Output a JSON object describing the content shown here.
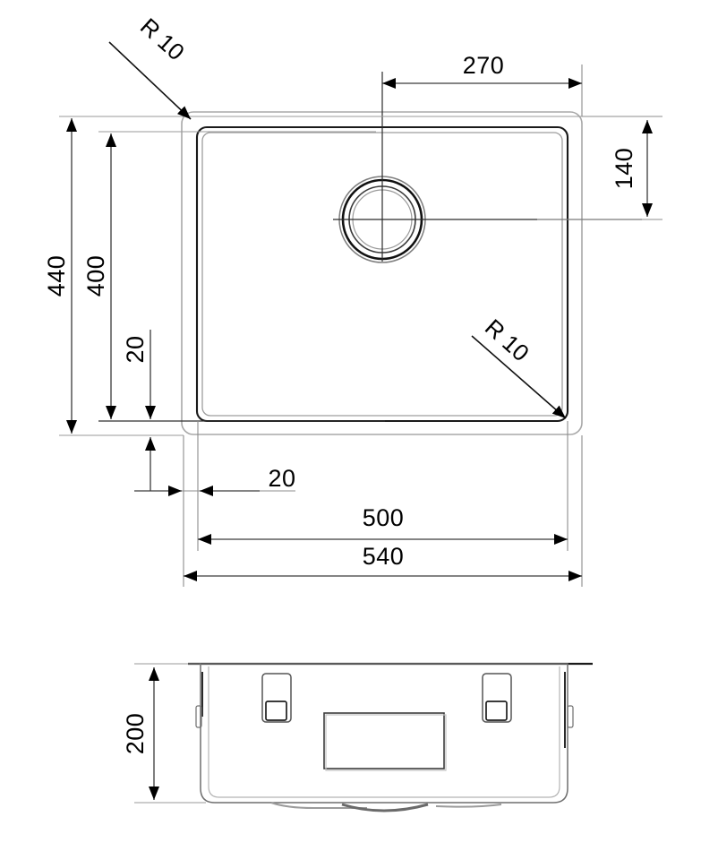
{
  "drawing": {
    "type": "technical-dimension-drawing",
    "subject": "undermount kitchen sink bowl",
    "units": "mm",
    "views": [
      {
        "name": "plan-view",
        "label": ""
      },
      {
        "name": "front-elevation-view",
        "label": ""
      }
    ]
  },
  "plan_view": {
    "dimensions": {
      "outer_width": "540",
      "inner_width": "500",
      "outer_height": "440",
      "inner_height": "400",
      "rim_offset_left": "20",
      "rim_offset_bottom": "20",
      "drain_from_right": "270",
      "drain_from_top": "140"
    },
    "radii": {
      "top_left": "R 10",
      "bottom_right": "R 10"
    }
  },
  "elevation_view": {
    "dimensions": {
      "depth": "200"
    }
  },
  "colors": {
    "line": "#000000",
    "light_line": "#9a9a9a",
    "mid_line": "#555555",
    "background": "#ffffff"
  }
}
